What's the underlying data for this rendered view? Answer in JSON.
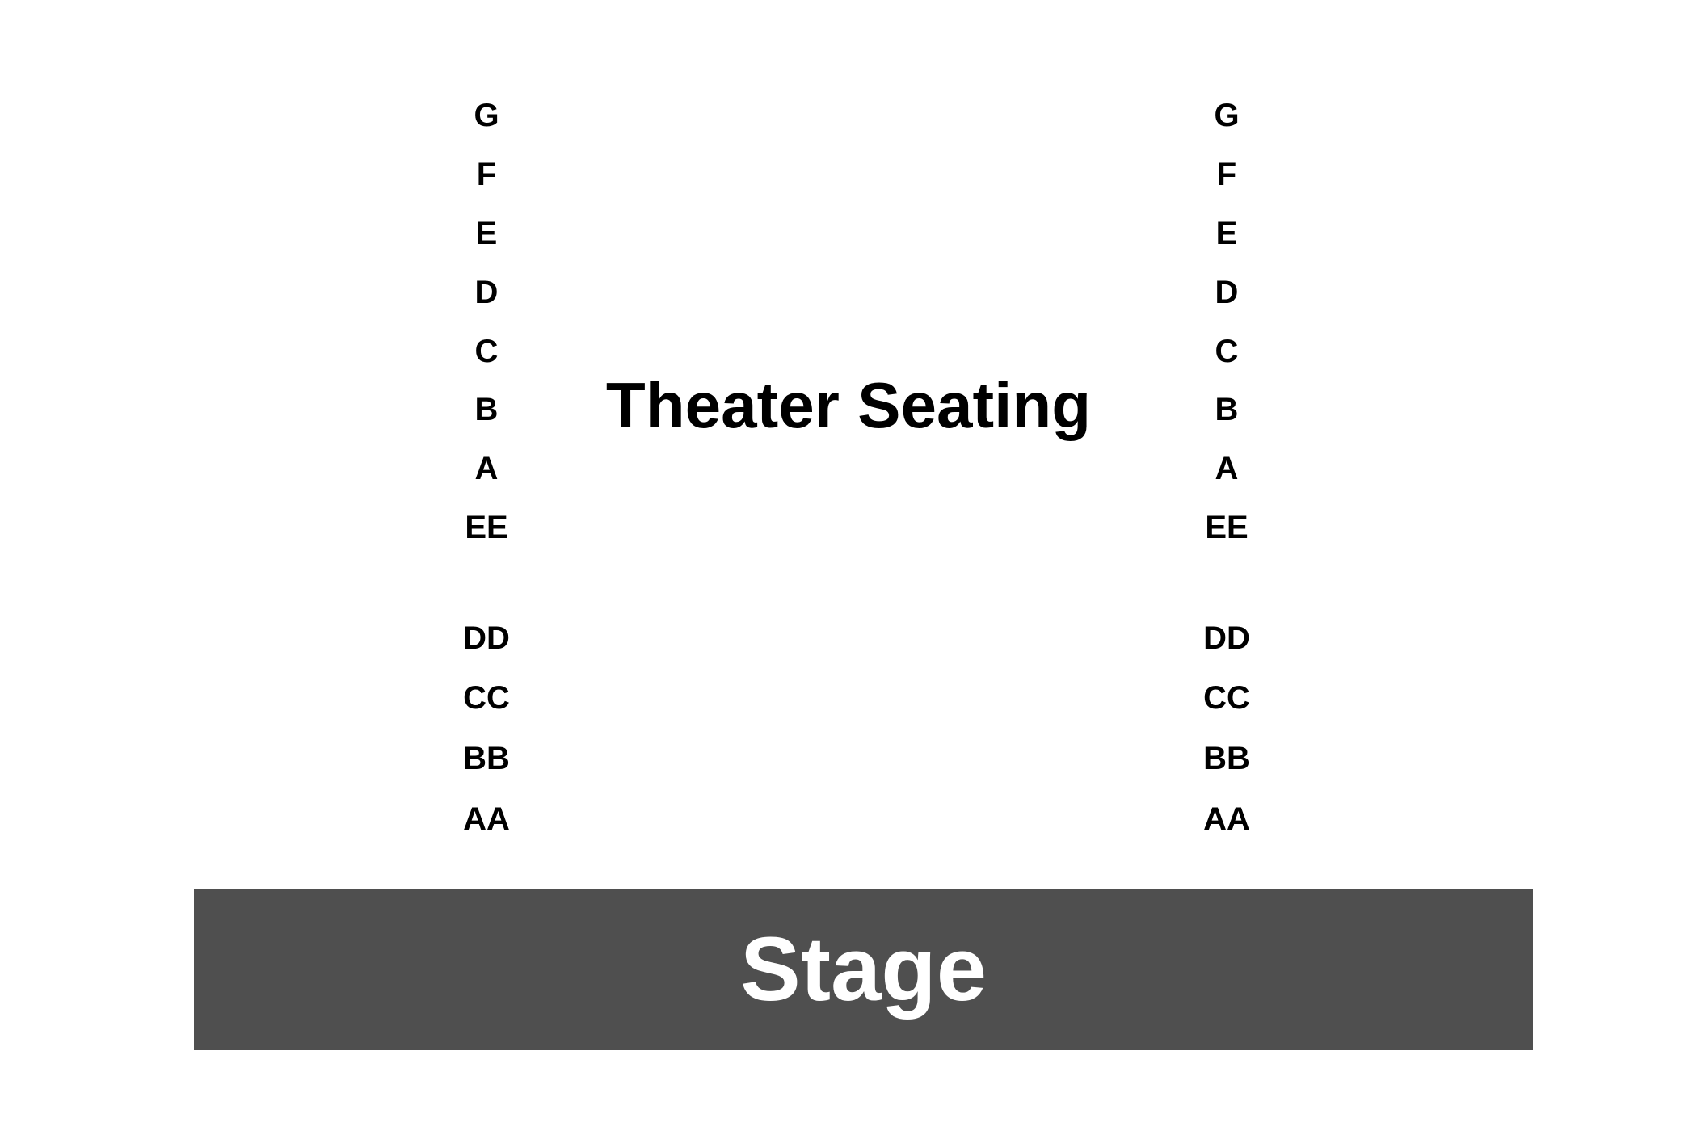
{
  "title": "Theater Seating",
  "stage": {
    "label": "Stage",
    "fill_color": "#4f4f4f",
    "text_color": "#ffffff"
  },
  "rows": {
    "left": [
      "G",
      "F",
      "E",
      "D",
      "C",
      "B",
      "A",
      "EE",
      "DD",
      "CC",
      "BB",
      "AA"
    ],
    "right": [
      "G",
      "F",
      "E",
      "D",
      "C",
      "B",
      "A",
      "EE",
      "DD",
      "CC",
      "BB",
      "AA"
    ]
  }
}
